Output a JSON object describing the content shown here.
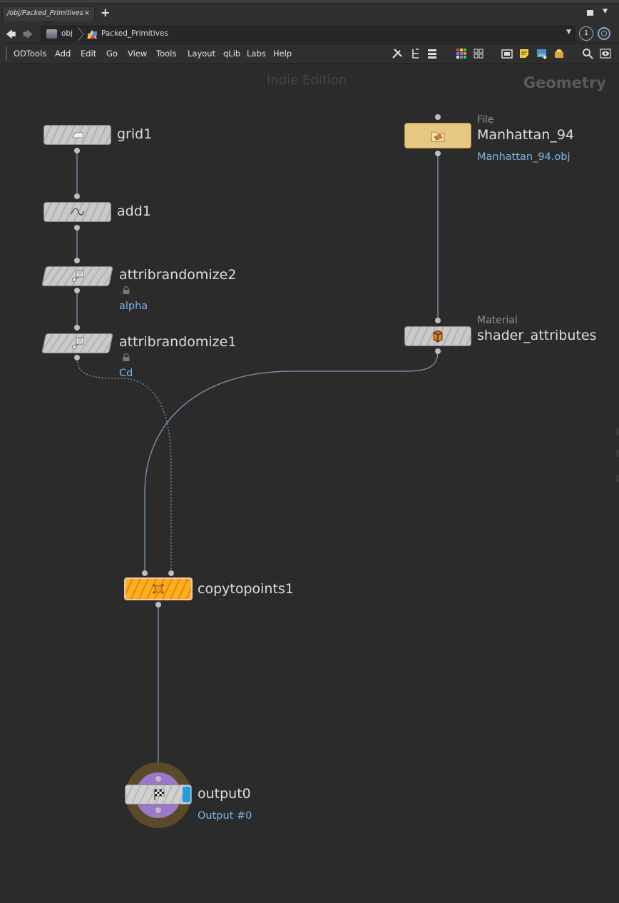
{
  "tabbar": {
    "tab_label": "/obj/Packed_Primitives",
    "close_glyph": "×",
    "add_glyph": "+"
  },
  "pathbar": {
    "root_label": "obj",
    "current_label": "Packed_Primitives",
    "pin_number": "1"
  },
  "menubar": {
    "items": [
      "ODTools",
      "Add",
      "Edit",
      "Go",
      "View",
      "Tools",
      "Layout",
      "qLib",
      "Labs",
      "Help"
    ],
    "toolbar_icons": [
      "wrench-icon",
      "tree-icon",
      "list-icon",
      "color-palette-icon",
      "thumbnail-grid-icon",
      "network-box-icon",
      "sticky-note-icon",
      "image-icon",
      "package-icon",
      "search-icon",
      "eye-icon"
    ]
  },
  "network": {
    "watermark": "Indie Edition",
    "context_label": "Geometry",
    "nodes": {
      "grid1": {
        "name": "grid1",
        "icon": "grid-icon"
      },
      "add1": {
        "name": "add1",
        "icon": "curve-icon"
      },
      "attribrandomize2": {
        "name": "attribrandomize2",
        "comment": "alpha",
        "icon": "dice-icon"
      },
      "attribrandomize1": {
        "name": "attribrandomize1",
        "comment": "Cd",
        "icon": "dice-icon"
      },
      "file": {
        "type": "File",
        "name": "Manhattan_94",
        "comment": "Manhattan_94.obj",
        "icon": "folder-icon"
      },
      "material": {
        "type": "Material",
        "name": "shader_attributes",
        "icon": "material-box-icon"
      },
      "copytopoints1": {
        "name": "copytopoints1",
        "icon": "copy-icon"
      },
      "output0": {
        "name": "output0",
        "comment": "Output #0",
        "icon": "checkered-flag-icon"
      }
    },
    "colors": {
      "background": "#2b2b2b",
      "wire": "#7e97b3",
      "copy_node": "#ffa81a",
      "file_node": "#e7c880",
      "output_flag": "#1aa0e0",
      "comment_text": "#7db3e8"
    }
  }
}
